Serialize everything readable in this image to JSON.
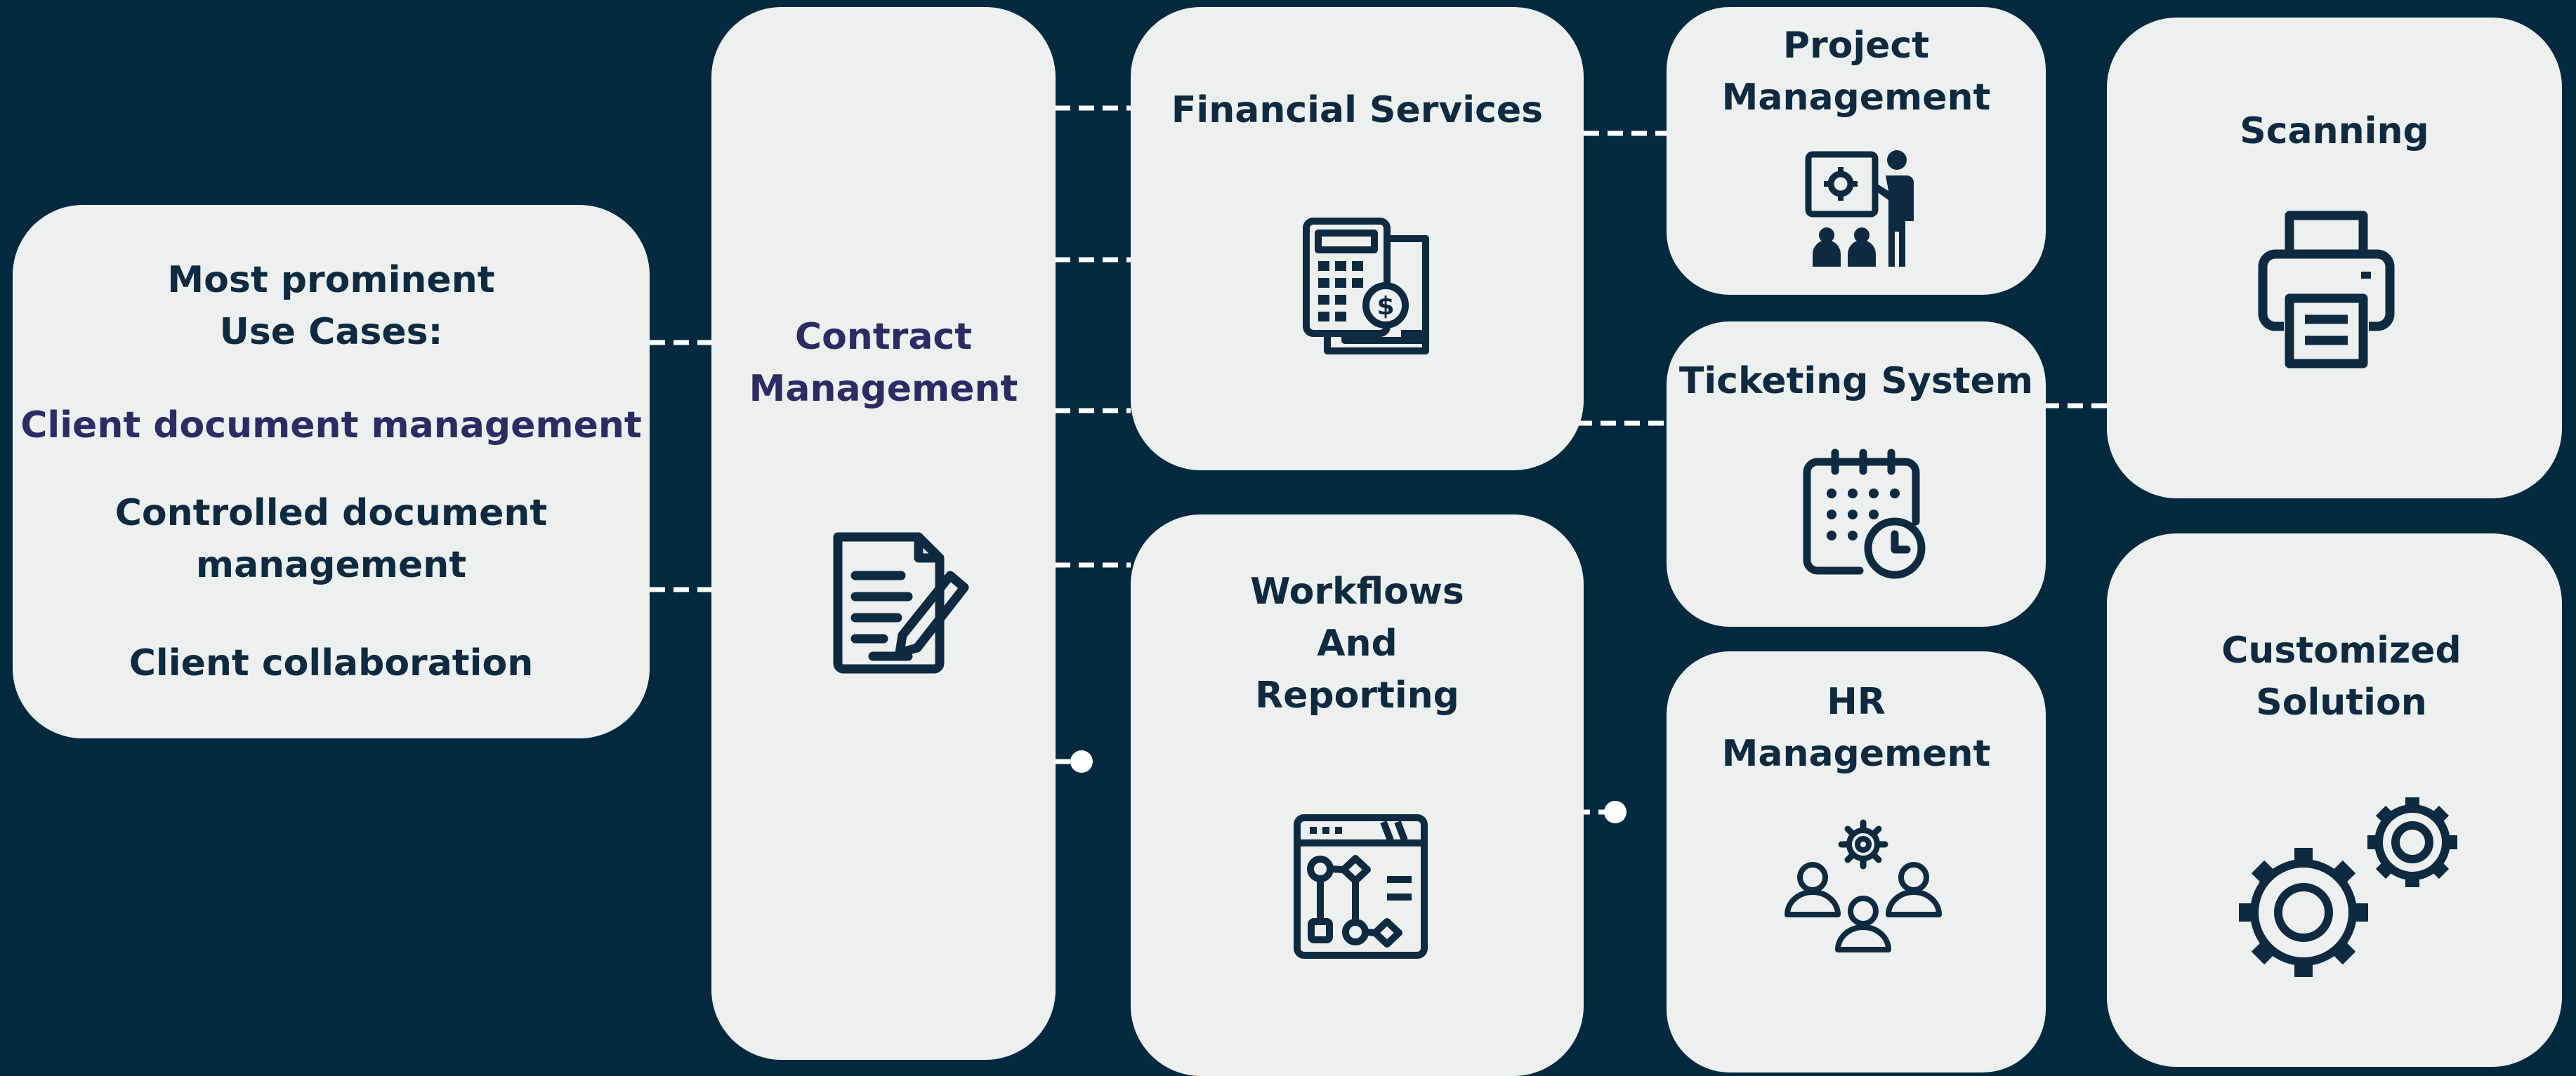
{
  "use_cases": {
    "heading_line1": "Most prominent",
    "heading_line2": "Use Cases:",
    "item1": "Client document management",
    "item2_line1": "Controlled document",
    "item2_line2": "management",
    "item3": "Client collaboration"
  },
  "contract": {
    "line1": "Contract",
    "line2": "Management",
    "icon": "document-pen-icon"
  },
  "financial": {
    "label": "Financial Services",
    "icon": "calculator-invoice-icon"
  },
  "workflows": {
    "line1": "Workflows",
    "line2": "And",
    "line3": "Reporting",
    "icon": "workflow-chart-icon"
  },
  "project": {
    "line1": "Project",
    "line2": "Management",
    "icon": "presentation-team-icon"
  },
  "ticketing": {
    "label": "Ticketing System",
    "icon": "calendar-clock-icon"
  },
  "hr": {
    "line1": "HR",
    "line2": "Management",
    "icon": "team-gear-icon"
  },
  "scanning": {
    "label": "Scanning",
    "icon": "printer-icon"
  },
  "customized": {
    "line1": "Customized",
    "line2": "Solution",
    "icon": "gears-icon"
  },
  "colors": {
    "background": "#03293f",
    "card": "#eef0f0",
    "text": "#0d2a40",
    "accent": "#2e2a63",
    "connector": "#ffffff"
  }
}
